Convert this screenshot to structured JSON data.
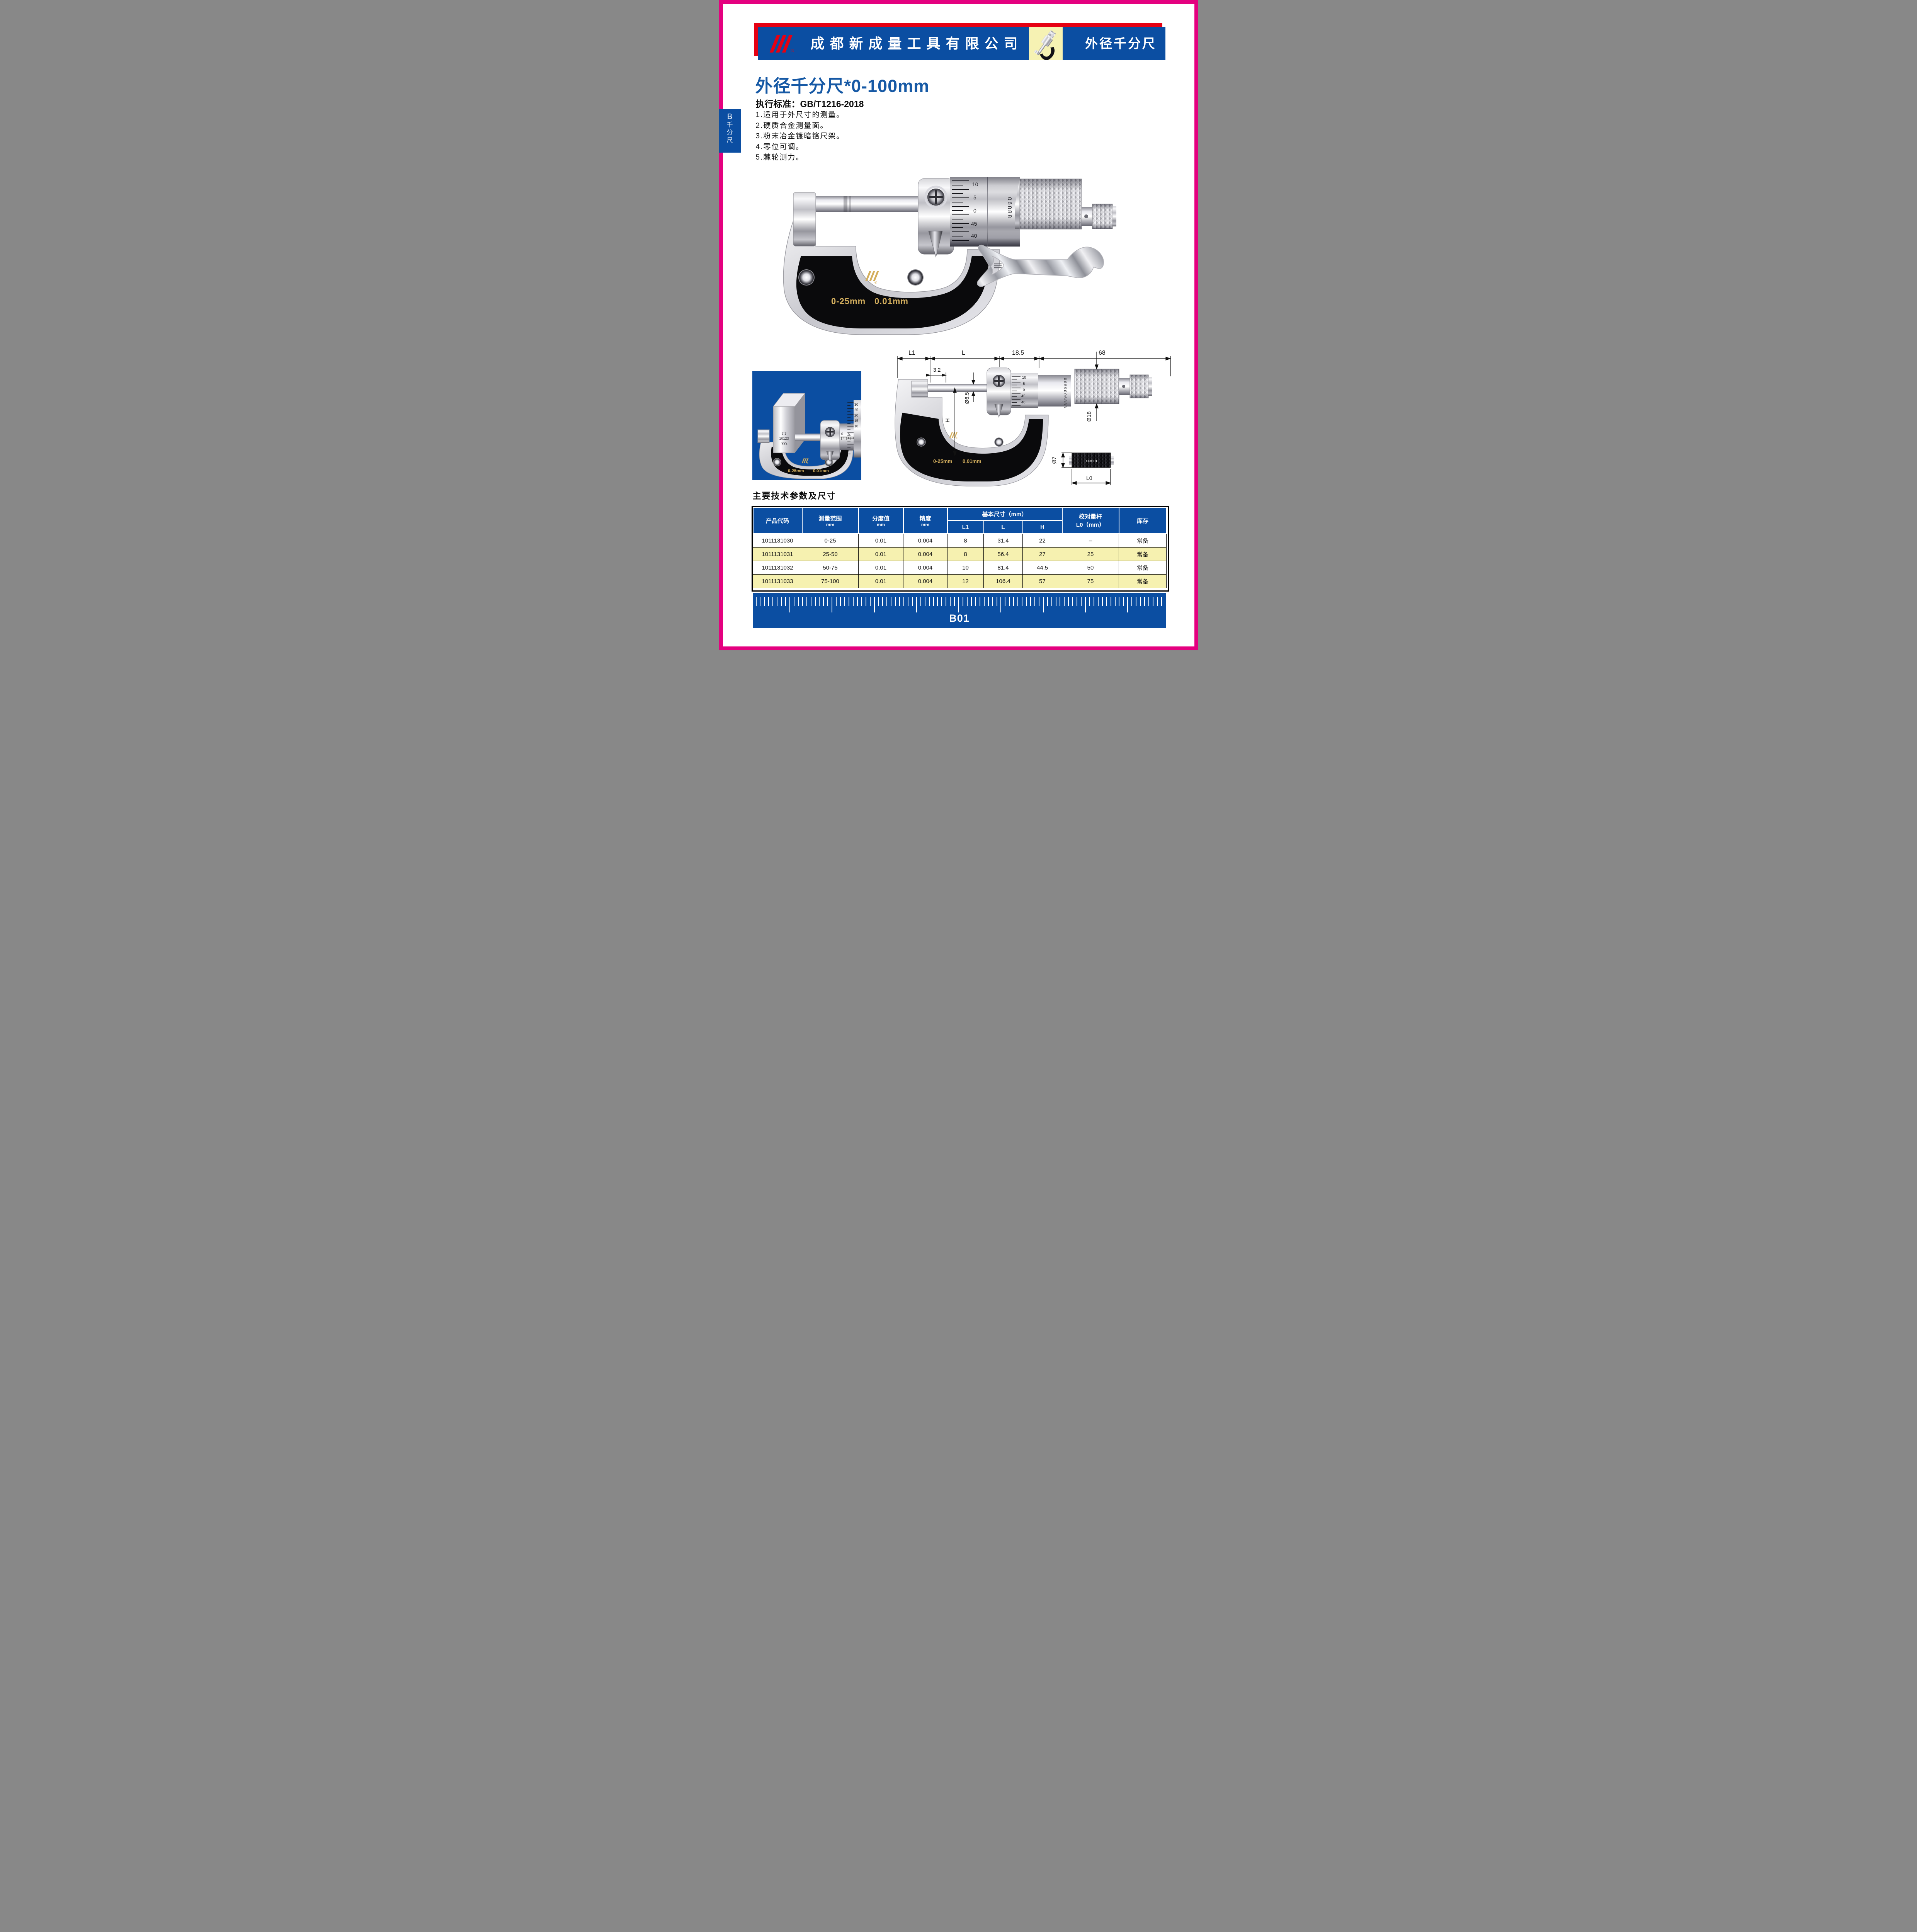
{
  "header": {
    "company": "成都新成量工具有限公司",
    "category": "外径千分尺",
    "trademark": "®"
  },
  "sidebar": {
    "section": "B",
    "label_chars": [
      "千",
      "分",
      "尺"
    ]
  },
  "intro": {
    "title": "外径千分尺*0-100mm",
    "standard": "执行标准：GB/T1216-2018",
    "features": [
      "1.适用于外尺寸的测量。",
      "2.硬质合金测量面。",
      "3.粉末冶金镀暗铬尺架。",
      "4.零位可调。",
      "5.棘轮测力。"
    ]
  },
  "photo": {
    "sleeve_numbers": [
      "10",
      "5",
      "0",
      "45",
      "40"
    ],
    "serial": "06888",
    "range_label": "0-25mm",
    "graduation_label": "0.01mm"
  },
  "bluebox": {
    "gauge_line1": "7.7",
    "gauge_line2": "10123",
    "sleeve_scale": [
      "0",
      "5"
    ],
    "thimble_numbers": [
      "30",
      "25",
      "20",
      "15",
      "10"
    ],
    "range_label": "0-25mm",
    "graduation_label": "0.01mm"
  },
  "drawing": {
    "dim_l1": "L1",
    "dim_l": "L",
    "dim_185": "18.5",
    "dim_68": "68",
    "dim_32": "3.2",
    "dim_d65": "Ø6.5",
    "dim_h": "H",
    "dim_d18": "Ø18",
    "dim_d7": "Ø7",
    "dim_l0": "L0",
    "gauge_label": "xxmm",
    "serial_top": "06890",
    "serial_bottom": "06888",
    "sleeve_numbers": [
      "10",
      "5",
      "0",
      "45",
      "40"
    ],
    "range_label": "0-25mm",
    "graduation_label": "0.01mm"
  },
  "specs": {
    "section_title": "主要技术参数及尺寸",
    "col_code": "产品代码",
    "col_range": "测量范围",
    "col_grad": "分度值",
    "col_acc": "精度",
    "unit": "mm",
    "col_basic": "基本尺寸（mm）",
    "col_l1": "L1",
    "col_l": "L",
    "col_h": "H",
    "col_rod_line1": "校对量杆",
    "col_rod_line2": "L0（mm）",
    "col_stock": "库存",
    "rows": [
      {
        "code": "1011131030",
        "range": "0-25",
        "grad": "0.01",
        "acc": "0.004",
        "l1": "8",
        "l": "31.4",
        "h": "22",
        "l0": "–",
        "stock": "常备"
      },
      {
        "code": "1011131031",
        "range": "25-50",
        "grad": "0.01",
        "acc": "0.004",
        "l1": "8",
        "l": "56.4",
        "h": "27",
        "l0": "25",
        "stock": "常备"
      },
      {
        "code": "1011131032",
        "range": "50-75",
        "grad": "0.01",
        "acc": "0.004",
        "l1": "10",
        "l": "81.4",
        "h": "44.5",
        "l0": "50",
        "stock": "常备"
      },
      {
        "code": "1011131033",
        "range": "75-100",
        "grad": "0.01",
        "acc": "0.004",
        "l1": "12",
        "l": "106.4",
        "h": "57",
        "l0": "75",
        "stock": "常备"
      }
    ]
  },
  "footer": {
    "page_code": "B01"
  },
  "colors": {
    "blue": "#0B4EA2",
    "red": "#E60012",
    "magenta": "#E4007F",
    "title_blue": "#1659A5",
    "gold": "#D4AF5E",
    "cream": "#F6F2B3",
    "row_yellow": "#F6F1B0"
  }
}
